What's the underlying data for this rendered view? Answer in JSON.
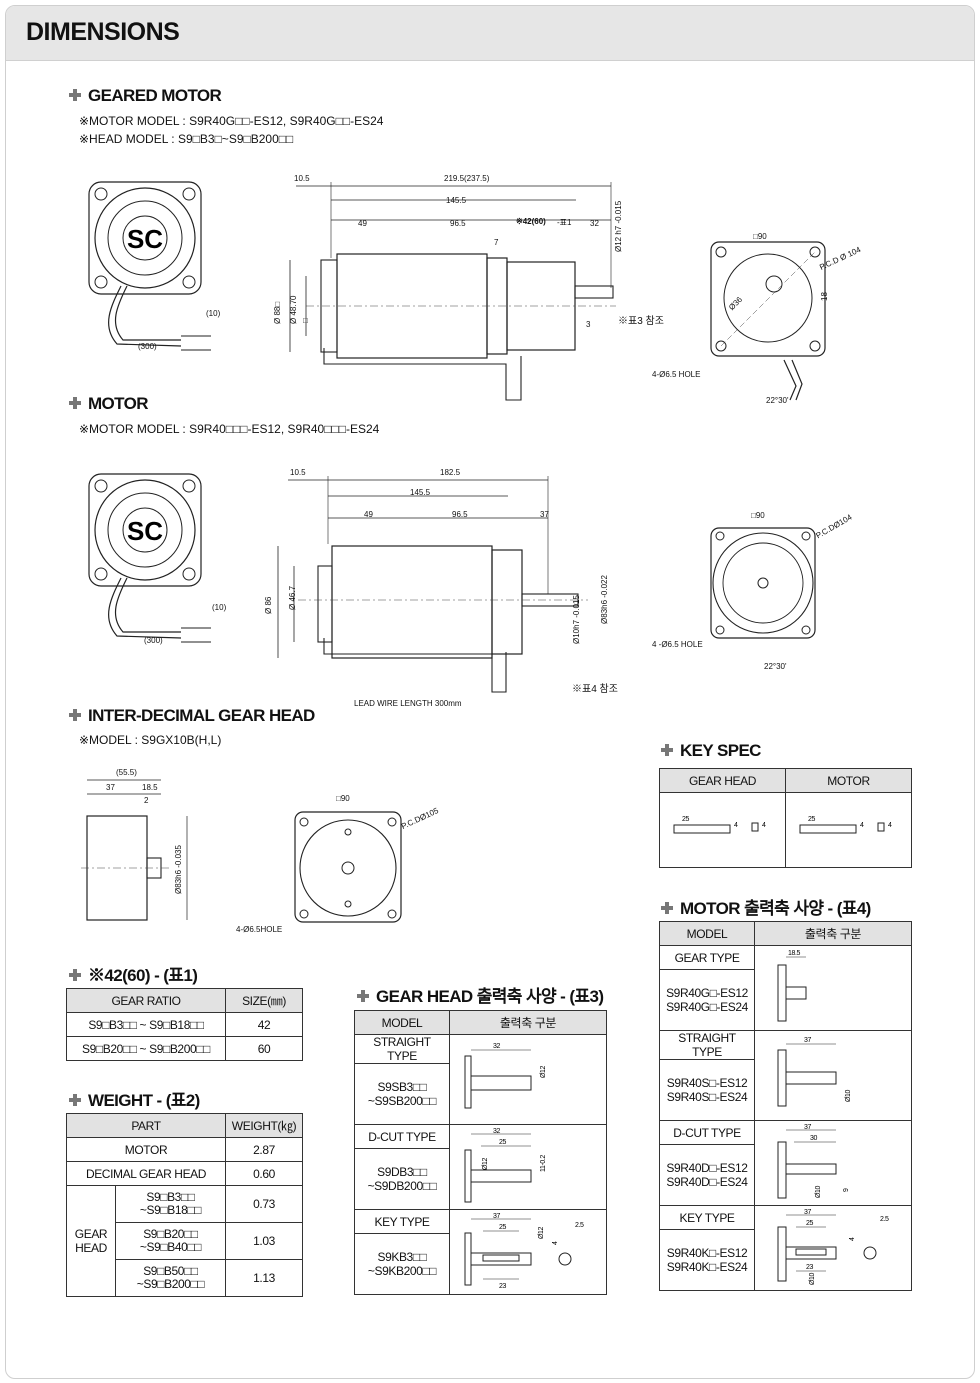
{
  "page": {
    "title": "DIMENSIONS"
  },
  "geared_motor": {
    "heading": "GEARED MOTOR",
    "motor_model": "※MOTOR MODEL : S9R40G□□-ES12, S9R40G□□-ES24",
    "head_model": "※HEAD MODEL : S9□B3□~S9□B200□□",
    "dims": {
      "d1": "10.5",
      "d2": "219.5(237.5)",
      "d3": "145.5",
      "d4": "49",
      "d5": "96.5",
      "d6": "※42(60)",
      "d6b": "-표1",
      "d7": "32",
      "d8": "7",
      "d9": "Ø12 h7 -0.015",
      "d10": "Ø 88□",
      "d11": "Ø 48.70",
      "d11b": "□",
      "d12": "3",
      "d13": "(10)",
      "d14": "(300)",
      "d15": "□90",
      "d16": "P.C.D Ø 104",
      "d17": "18",
      "d18": "4-Ø6.5 HOLE",
      "d19": "22°30'",
      "d20": "※표3 참조",
      "d21": "Ø36"
    }
  },
  "motor": {
    "heading": "MOTOR",
    "motor_model": "※MOTOR MODEL : S9R40□□□-ES12, S9R40□□□-ES24",
    "dims": {
      "d1": "10.5",
      "d2": "182.5",
      "d3": "145.5",
      "d4": "49",
      "d5": "96.5",
      "d6": "37",
      "d7": "Ø 86",
      "d8": "Ø 46.7",
      "d9": "Ø10h7 -0.015",
      "d10": "Ø83h6 -0.022",
      "d11": "(10)",
      "d12": "(300)",
      "d13": "LEAD WIRE LENGTH 300mm",
      "d14": "※표4 참조",
      "d15": "□90",
      "d16": "P.C.DØ104",
      "d17": "4 -Ø6.5 HOLE",
      "d18": "22°30'"
    }
  },
  "inter_head": {
    "heading": "INTER-DECIMAL GEAR HEAD",
    "model": "※MODEL : S9GX10B(H,L)",
    "dims": {
      "d1": "(55.5)",
      "d2": "37",
      "d3": "18.5",
      "d4": "2",
      "d5": "Ø83h6 -0.035",
      "d6": "□90",
      "d7": "P.C.DØ105",
      "d8": "4-Ø6.5HOLE"
    }
  },
  "key_spec": {
    "heading": "KEY SPEC",
    "col1": "GEAR HEAD",
    "col2": "MOTOR",
    "gh_len": "25",
    "gh_w": "4",
    "gh_h": "4",
    "m_len": "25",
    "m_w": "4",
    "m_h": "4"
  },
  "table1": {
    "heading": "※42(60) - (표1)",
    "col1": "GEAR RATIO",
    "col2": "SIZE(㎜)",
    "rows": [
      {
        "ratio": "S9□B3□□ ~ S9□B18□□",
        "size": "42"
      },
      {
        "ratio": "S9□B20□□ ~ S9□B200□□",
        "size": "60"
      }
    ]
  },
  "table2": {
    "heading": "WEIGHT - (표2)",
    "col1": "PART",
    "col2": "WEIGHT(㎏)",
    "motor": {
      "part": "MOTOR",
      "weight": "2.87"
    },
    "decimal": {
      "part": "DECIMAL GEAR HEAD",
      "weight": "0.60"
    },
    "group": "GEAR HEAD",
    "sub": [
      {
        "line1": "S9□B3□□",
        "line2": "~S9□B18□□",
        "weight": "0.73"
      },
      {
        "line1": "S9□B20□□",
        "line2": "~S9□B40□□",
        "weight": "1.03"
      },
      {
        "line1": "S9□B50□□",
        "line2": "~S9□B200□□",
        "weight": "1.13"
      }
    ]
  },
  "table3": {
    "heading": "GEAR HEAD 출력축 사양 - (표3)",
    "col1": "MODEL",
    "col2": "출력축 구분",
    "types": [
      {
        "type": "STRAIGHT TYPE",
        "line1": "S9SB3□□",
        "line2": "~S9SB200□□",
        "a": "32",
        "b": "Ø12"
      },
      {
        "type": "D-CUT TYPE",
        "line1": "S9DB3□□",
        "line2": "~S9DB200□□",
        "a": "32",
        "b": "25",
        "c": "Ø12",
        "d": "11-0.2"
      },
      {
        "type": "KEY TYPE",
        "line1": "S9KB3□□",
        "line2": "~S9KB200□□",
        "a": "37",
        "b": "25",
        "c": "Ø12",
        "d": "23",
        "e": "4",
        "f": "2.5"
      }
    ]
  },
  "table4": {
    "heading": "MOTOR 출력축 사양 - (표4)",
    "col1": "MODEL",
    "col2": "출력축 구분",
    "types": [
      {
        "type": "GEAR TYPE",
        "line1": "S9R40G□-ES12",
        "line2": "S9R40G□-ES24",
        "a": "18.5"
      },
      {
        "type": "STRAIGHT TYPE",
        "line1": "S9R40S□-ES12",
        "line2": "S9R40S□-ES24",
        "a": "37",
        "b": "Ø10"
      },
      {
        "type": "D-CUT TYPE",
        "line1": "S9R40D□-ES12",
        "line2": "S9R40D□-ES24",
        "a": "37",
        "b": "30",
        "c": "Ø10",
        "d": "9"
      },
      {
        "type": "KEY TYPE",
        "line1": "S9R40K□-ES12",
        "line2": "S9R40K□-ES24",
        "a": "37",
        "b": "25",
        "c": "Ø10",
        "d": "23",
        "e": "4",
        "f": "2.5"
      }
    ]
  }
}
